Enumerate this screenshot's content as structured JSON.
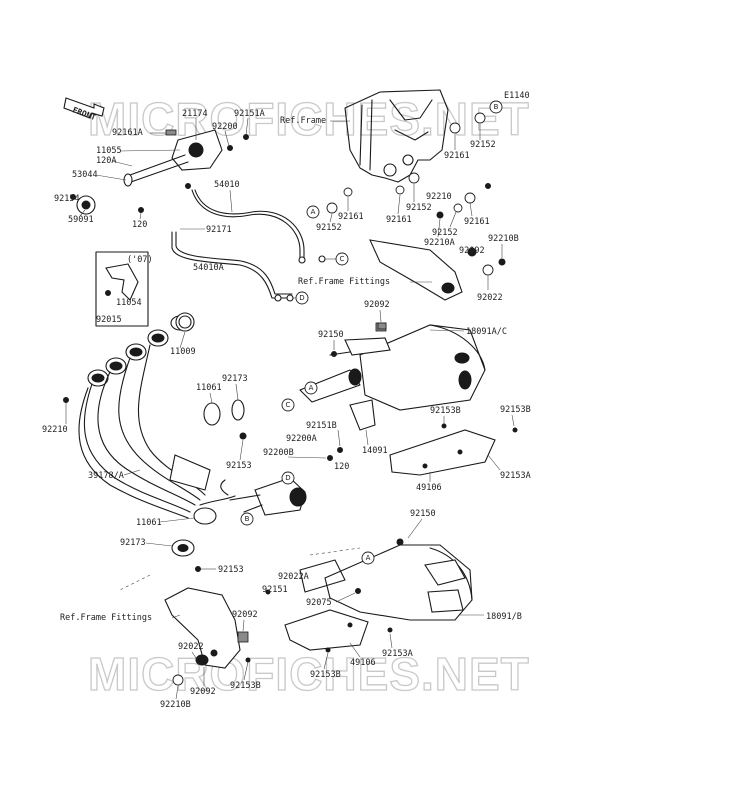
{
  "diagram_id": "E1140",
  "watermark": "MICROFICHES.NET",
  "front_label": "FRONT",
  "ref_frame": "Ref.Frame",
  "ref_fittings_1": "Ref.Frame Fittings",
  "ref_fittings_2": "Ref.Frame Fittings",
  "bracket_note": "('07)",
  "callouts": [
    "A",
    "B",
    "C",
    "D"
  ],
  "labels": {
    "p21174": "21174",
    "p92151A_top": "92151A",
    "p92161A": "92161A",
    "p92200": "92200",
    "p11055": "11055",
    "p120A": "120A",
    "p53044": "53044",
    "p92154": "92154",
    "p59091": "59091",
    "p120_left": "120",
    "p54010": "54010",
    "p92171": "92171",
    "p54010A": "54010A",
    "p11054": "11054",
    "p92015": "92015",
    "p11009": "11009",
    "p11061_a": "11061",
    "p92173_a": "92173",
    "p92210_left": "92210",
    "p92153_mid": "92153",
    "p39178A": "39178/A",
    "p11061_b": "11061",
    "p92173_b": "92173",
    "p92153_low": "92153",
    "p92152_tr": "92152",
    "p92161_tr": "92161",
    "p92152_a": "92152",
    "p92161_a": "92161",
    "p92161_b": "92161",
    "p92152_b": "92152",
    "p92210_r": "92210",
    "p92210A": "92210A",
    "p92152_c": "92152",
    "p92161_c": "92161",
    "p92092_a": "92092",
    "p92210B_a": "92210B",
    "p92022_a": "92022",
    "p92092_b": "92092",
    "p92150_a": "92150",
    "p18091AC": "18091A/C",
    "p92151B": "92151B",
    "p92200A": "92200A",
    "p92200B": "92200B",
    "p120_mid": "120",
    "p14091": "14091",
    "p92153B_a": "92153B",
    "p92153B_b": "92153B",
    "p92153A_a": "92153A",
    "p49106_a": "49106",
    "p92150_b": "92150",
    "p92022A": "92022A",
    "p92151": "92151",
    "p92092_c": "92092",
    "p92075": "92075",
    "p18091B": "18091/B",
    "p92022_b": "92022",
    "p92092_d": "92092",
    "p92210B_b": "92210B",
    "p92153B_c": "92153B",
    "p92153B_d": "92153B",
    "p49106_b": "49106",
    "p92153A_b": "92153A"
  }
}
